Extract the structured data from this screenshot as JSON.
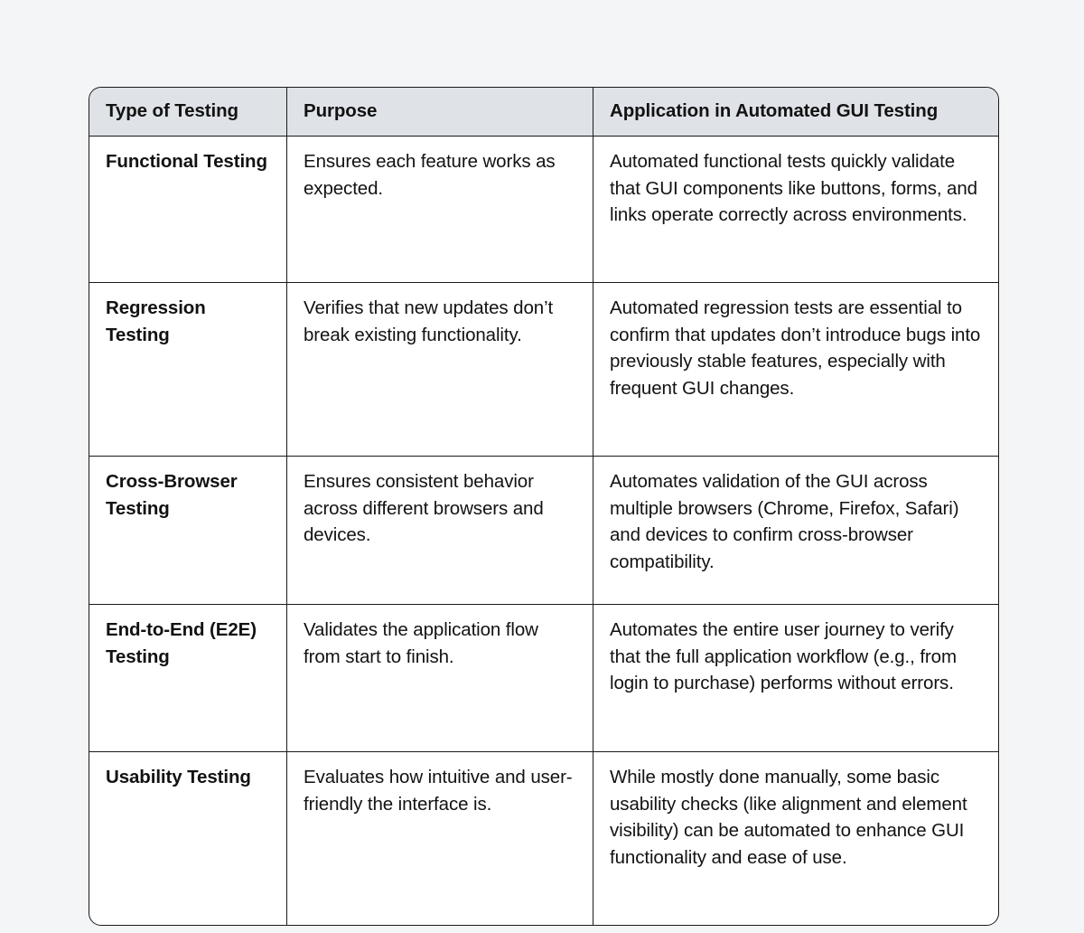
{
  "table": {
    "columns": [
      "Type of Testing",
      "Purpose",
      "Application in Automated GUI Testing"
    ],
    "rows": [
      {
        "type": "Functional Testing",
        "purpose": "Ensures each feature works as expected.",
        "application": "Automated functional tests quickly validate that GUI components like buttons, forms, and links operate correctly across environments."
      },
      {
        "type": "Regression Testing",
        "purpose": "Verifies that new updates don’t break existing functionality.",
        "application": "Automated regression tests are essential to confirm that updates don’t introduce bugs into previously stable features, especially with frequent GUI changes."
      },
      {
        "type": "Cross-Browser Testing",
        "purpose": "Ensures consistent behavior across different browsers and devices.",
        "application": "Automates validation of the GUI across multiple browsers (Chrome, Firefox, Safari) and devices to confirm cross-browser compatibility."
      },
      {
        "type": "End-to-End (E2E) Testing",
        "purpose": "Validates the application flow from start to finish.",
        "application": "Automates the entire user journey to verify that the full application workflow (e.g., from login to purchase) performs without errors."
      },
      {
        "type": "Usability Testing",
        "purpose": "Evaluates how intuitive and user-friendly the interface is.",
        "application": "While mostly done manually, some basic usability checks (like alignment and element visibility) can be automated to enhance GUI functionality and ease of use."
      }
    ]
  },
  "colors": {
    "page_background": "#f4f5f7",
    "header_background": "#dfe3e7",
    "border": "#1a1a1a",
    "text": "#121212",
    "cell_background": "#ffffff"
  }
}
